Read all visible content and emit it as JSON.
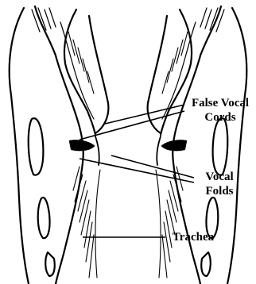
{
  "labels": {
    "false_vocal_cords": {
      "line1": "False Vocal",
      "line2": "Cords"
    },
    "vocal_folds": {
      "line1": "Vocal",
      "line2": "Folds"
    },
    "trachea": "Trachea"
  },
  "colors": {
    "ink": "#000000",
    "background": "#ffffff"
  }
}
